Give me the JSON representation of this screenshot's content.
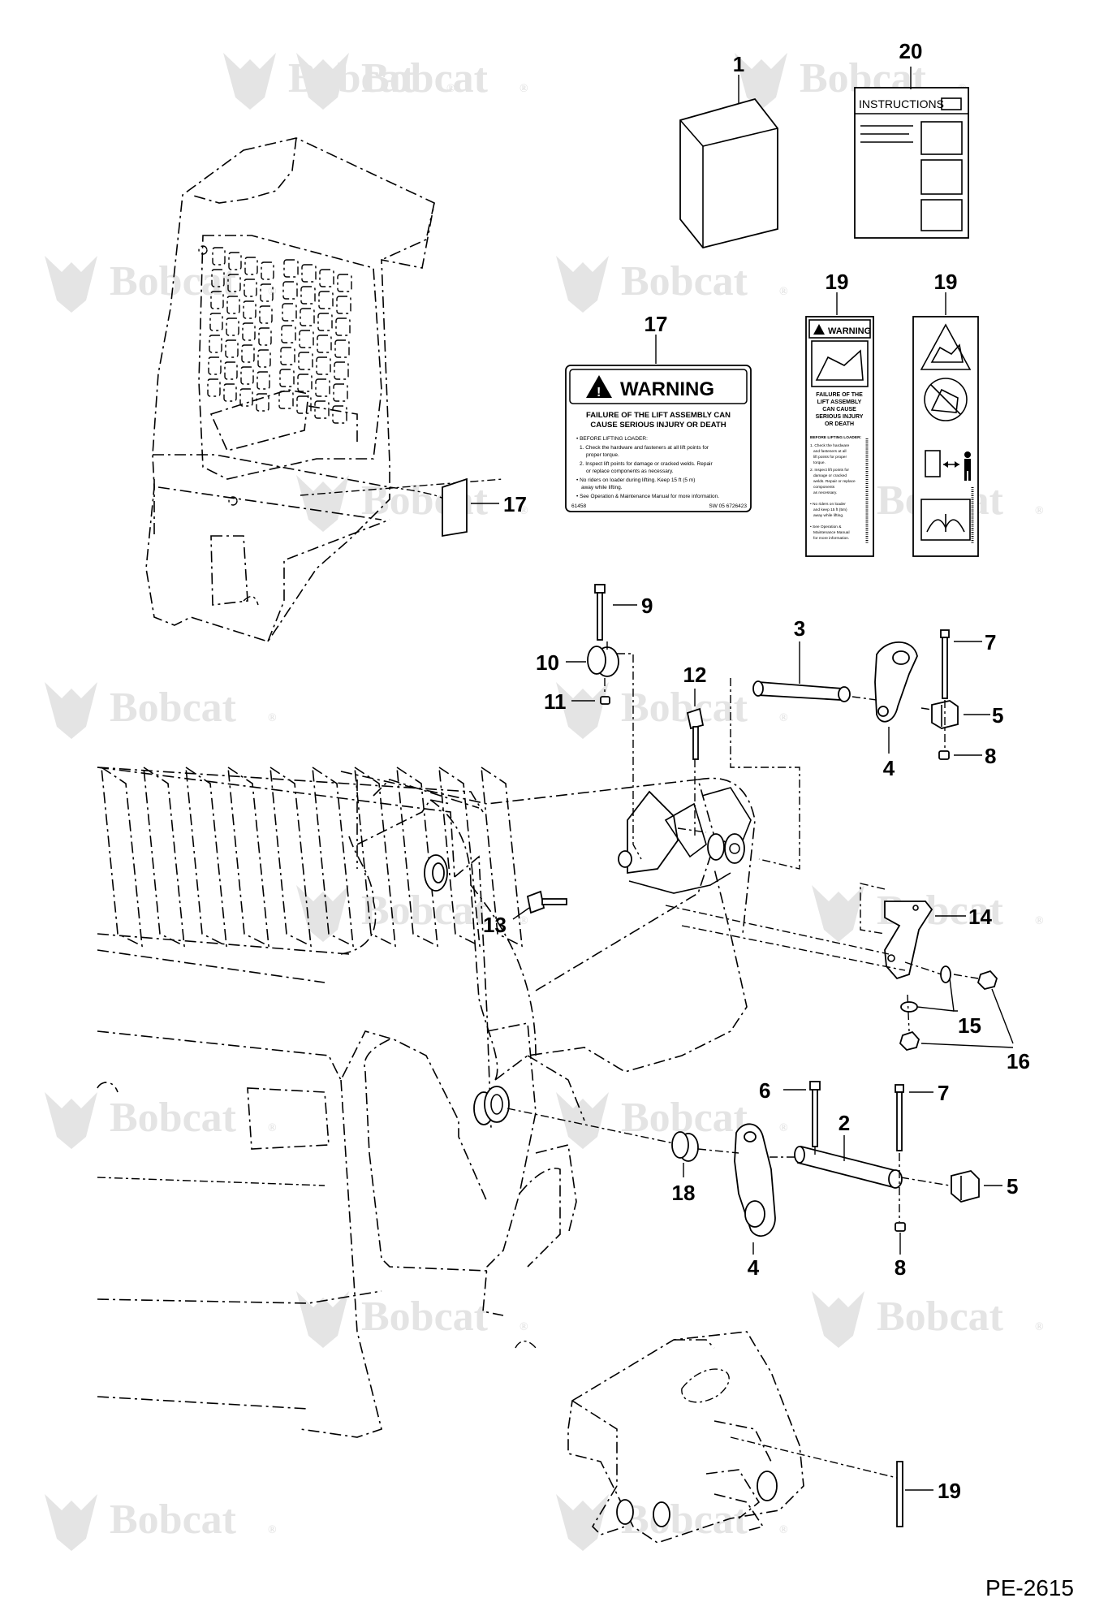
{
  "watermark": {
    "brand": "Bobcat",
    "mark": "®",
    "color": "#e4e4e4"
  },
  "callouts": {
    "n1": "1",
    "n2": "2",
    "n3": "3",
    "n4a": "4",
    "n4b": "4",
    "n5a": "5",
    "n5b": "5",
    "n6": "6",
    "n7a": "7",
    "n7b": "7",
    "n8a": "8",
    "n8b": "8",
    "n9": "9",
    "n10": "10",
    "n11": "11",
    "n12": "12",
    "n13": "13",
    "n14": "14",
    "n15": "15",
    "n16": "16",
    "n17a": "17",
    "n17b": "17",
    "n18": "18",
    "n19a": "19",
    "n19b": "19",
    "n19c": "19",
    "n20": "20"
  },
  "instructions_sheet": {
    "title": "INSTRUCTIONS"
  },
  "warning_decal": {
    "header": "WARNING",
    "headline_1": "FAILURE OF THE LIFT ASSEMBLY CAN",
    "headline_2": "CAUSE SERIOUS INJURY OR DEATH",
    "l1": "• BEFORE LIFTING LOADER:",
    "l2": "1. Check the hardware and fasteners at all lift points for",
    "l3": "proper torque.",
    "l4": "2. Inspect lift points for damage or cracked welds. Repair",
    "l5": "or replace components as necessary.",
    "l6": "• No riders on loader during lifting. Keep 15 ft (5 m)",
    "l7": "away while lifting.",
    "l8": "• See Operation & Maintenance Manual for more information.",
    "code_left": "61458",
    "code_right": "SW 05  6726423"
  },
  "vertical_decal": {
    "header": "WARNING",
    "h1": "FAILURE OF THE",
    "h2": "LIFT ASSEMBLY",
    "h3": "CAN CAUSE",
    "h4": "SERIOUS INJURY",
    "h5": "OR DEATH",
    "b0": "BEFORE LIFTING LOADER:",
    "b1": "1. Check the hardware",
    "b2": "and fasteners at all",
    "b3": "lift points for proper",
    "b4": "torque.",
    "b5": "2. Inspect lift points for",
    "b6": "damage or cracked",
    "b7": "welds. Repair or replace",
    "b8": "components",
    "b9": "as necessary.",
    "b10": "• No riders on loader",
    "b11": "and keep 15 ft (5m)",
    "b12": "away while lifting.",
    "b13": "• See Operation &",
    "b14": "Maintenance Manual",
    "b15": "for more information."
  },
  "figure_code": "PE-2615"
}
